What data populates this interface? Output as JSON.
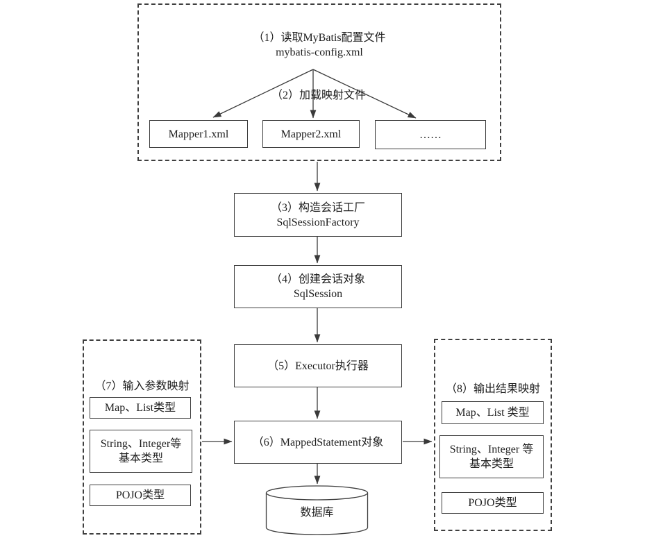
{
  "top_group": {
    "step1_line1": "（1）读取MyBatis配置文件",
    "step1_line2": "mybatis-config.xml",
    "step2_label": "（2）加载映射文件",
    "mappers": [
      "Mapper1.xml",
      "Mapper2.xml",
      "……"
    ]
  },
  "flow": {
    "step3_line1": "（3）构造会话工厂",
    "step3_line2": "SqlSessionFactory",
    "step4_line1": "（4）创建会话对象",
    "step4_line2": "SqlSession",
    "step5": "（5）Executor执行器",
    "step6": "（6）MappedStatement对象",
    "database": "数据库"
  },
  "input_panel": {
    "title": "（7）输入参数映射",
    "item1": "Map、List类型",
    "item2_line1": "String、Integer等",
    "item2_line2": "基本类型",
    "item3": "POJO类型"
  },
  "output_panel": {
    "title": "（8）输出结果映射",
    "item1": "Map、List 类型",
    "item2_line1": "String、Integer 等",
    "item2_line2": "基本类型",
    "item3": "POJO类型"
  },
  "colors": {
    "line": "#3a3a3a",
    "text": "#1d1d1d",
    "background": "#ffffff"
  }
}
